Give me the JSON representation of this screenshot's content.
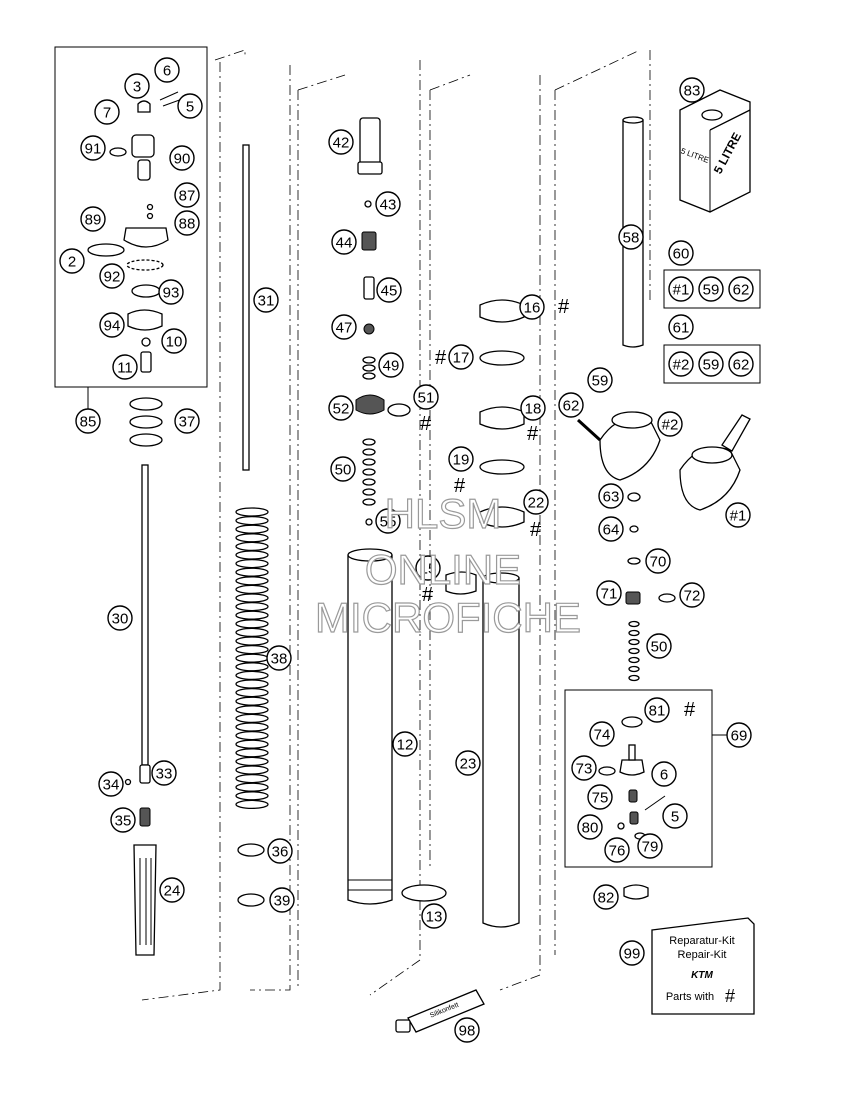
{
  "diagram": {
    "callouts": [
      {
        "n": "6"
      },
      {
        "n": "3"
      },
      {
        "n": "7"
      },
      {
        "n": "5"
      },
      {
        "n": "91"
      },
      {
        "n": "90"
      },
      {
        "n": "87"
      },
      {
        "n": "88"
      },
      {
        "n": "89"
      },
      {
        "n": "2"
      },
      {
        "n": "92"
      },
      {
        "n": "93"
      },
      {
        "n": "94"
      },
      {
        "n": "10"
      },
      {
        "n": "11"
      },
      {
        "n": "85"
      },
      {
        "n": "37"
      },
      {
        "n": "30"
      },
      {
        "n": "34"
      },
      {
        "n": "33"
      },
      {
        "n": "35"
      },
      {
        "n": "24"
      },
      {
        "n": "31"
      },
      {
        "n": "38"
      },
      {
        "n": "36"
      },
      {
        "n": "39"
      },
      {
        "n": "42"
      },
      {
        "n": "43"
      },
      {
        "n": "44"
      },
      {
        "n": "45"
      },
      {
        "n": "47"
      },
      {
        "n": "49"
      },
      {
        "n": "52"
      },
      {
        "n": "51"
      },
      {
        "n": "50"
      },
      {
        "n": "55"
      },
      {
        "n": "12"
      },
      {
        "n": "15"
      },
      {
        "n": "16"
      },
      {
        "n": "17"
      },
      {
        "n": "18"
      },
      {
        "n": "19"
      },
      {
        "n": "22"
      },
      {
        "n": "23"
      },
      {
        "n": "13"
      },
      {
        "n": "98"
      },
      {
        "n": "83"
      },
      {
        "n": "58"
      },
      {
        "n": "60"
      },
      {
        "n": "61"
      },
      {
        "n": "59"
      },
      {
        "n": "62"
      },
      {
        "n": "#2"
      },
      {
        "n": "#1"
      },
      {
        "n": "63"
      },
      {
        "n": "64"
      },
      {
        "n": "70"
      },
      {
        "n": "71"
      },
      {
        "n": "72"
      },
      {
        "n": "50"
      },
      {
        "n": "81"
      },
      {
        "n": "69"
      },
      {
        "n": "74"
      },
      {
        "n": "73"
      },
      {
        "n": "6"
      },
      {
        "n": "75"
      },
      {
        "n": "80"
      },
      {
        "n": "5"
      },
      {
        "n": "76"
      },
      {
        "n": "79"
      },
      {
        "n": "82"
      },
      {
        "n": "99"
      }
    ],
    "kit_60": [
      "#1",
      "59",
      "62"
    ],
    "kit_61": [
      "#2",
      "59",
      "62"
    ],
    "hash_mark": "#",
    "jug_label_1": "5 LITRE",
    "jug_label_2": "5 LITRE",
    "tube_label": "Silikonfett",
    "repair_kit": {
      "line1": "Reparatur-Kit",
      "line2": "Repair-Kit",
      "brand": "KTM",
      "line3": "Parts with",
      "hash": "#"
    },
    "watermark": [
      "HLSM",
      "ONLINE",
      "MICROFICHE"
    ]
  }
}
